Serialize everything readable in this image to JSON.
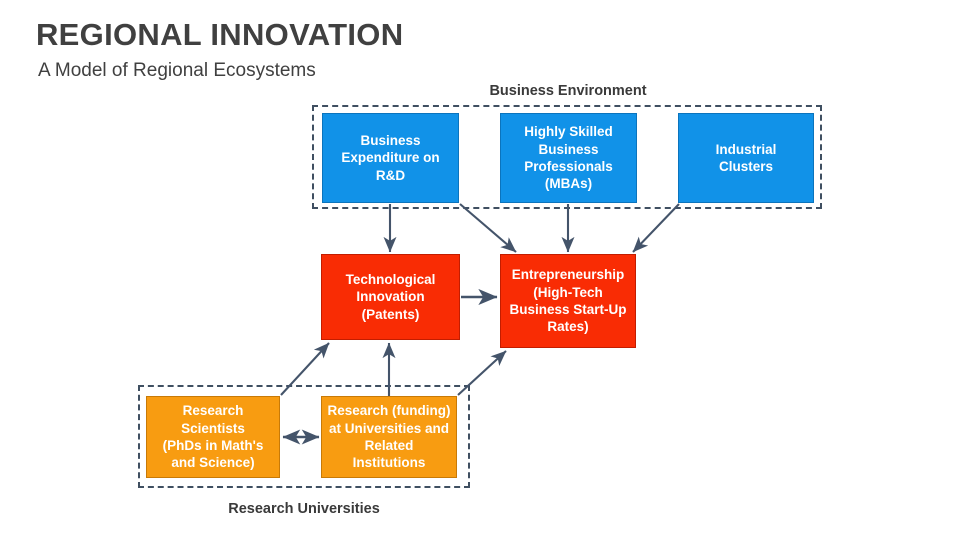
{
  "slide": {
    "title": "REGIONAL INNOVATION",
    "subtitle": "A Model of Regional Ecosystems",
    "background_color": "#ffffff"
  },
  "colors": {
    "blue": "#1192e8",
    "red": "#f92c04",
    "orange": "#f89c11",
    "arrow": "#44546a",
    "dashed_border": "#3f4f61",
    "title_text": "#404040"
  },
  "groups": [
    {
      "id": "business-environment",
      "label": "Business Environment",
      "label_position": "top"
    },
    {
      "id": "research-universities",
      "label": "Research Universities",
      "label_position": "bottom"
    }
  ],
  "nodes": {
    "business_expenditure": "Business Expenditure on R&D",
    "highly_skilled": "Highly Skilled Business Professionals (MBAs)",
    "industrial_clusters": "Industrial Clusters",
    "technological_innovation": "Technological Innovation (Patents)",
    "entrepreneurship": "Entrepreneurship (High-Tech Business Start-Up Rates)",
    "research_scientists": "Research Scientists (PhDs in Math's and Science)",
    "research_funding": "Research (funding) at Universities and Related Institutions"
  },
  "node_lines": {
    "business_expenditure": [
      "Business",
      "Expenditure on",
      "R&D"
    ],
    "highly_skilled": [
      "Highly Skilled",
      "Business",
      "Professionals",
      "(MBAs)"
    ],
    "industrial_clusters": [
      "Industrial",
      "Clusters"
    ],
    "technological_innovation": [
      "Technological",
      "Innovation",
      "(Patents)"
    ],
    "entrepreneurship": [
      "Entrepreneurship",
      "(High-Tech",
      "Business Start-Up",
      "Rates)"
    ],
    "research_scientists": [
      "Research Scientists",
      "(PhDs in Math's",
      "and Science)"
    ],
    "research_funding": [
      "Research (funding)",
      "at Universities and",
      "Related Institutions"
    ]
  },
  "connections": [
    {
      "from": "business_expenditure",
      "to": "technological_innovation",
      "style": "single"
    },
    {
      "from": "business_expenditure",
      "to": "entrepreneurship",
      "style": "single"
    },
    {
      "from": "highly_skilled",
      "to": "entrepreneurship",
      "style": "single"
    },
    {
      "from": "industrial_clusters",
      "to": "entrepreneurship",
      "style": "single"
    },
    {
      "from": "technological_innovation",
      "to": "entrepreneurship",
      "style": "single"
    },
    {
      "from": "research_scientists",
      "to": "technological_innovation",
      "style": "single"
    },
    {
      "from": "research_funding",
      "to": "technological_innovation",
      "style": "single"
    },
    {
      "from": "research_funding",
      "to": "entrepreneurship",
      "style": "single"
    },
    {
      "from": "research_scientists",
      "to": "research_funding",
      "style": "double"
    }
  ]
}
